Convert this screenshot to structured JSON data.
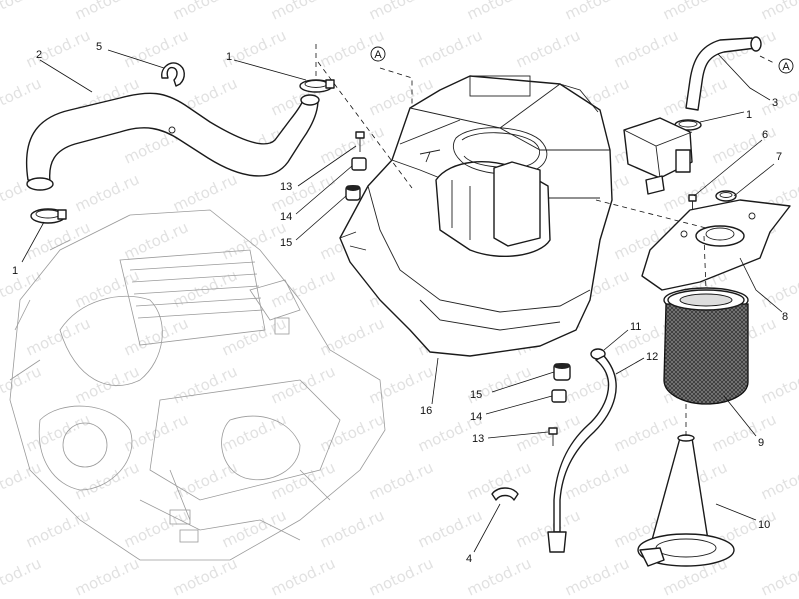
{
  "watermark": "motod.ru",
  "reference_mark": "A",
  "callouts": [
    "1",
    "2",
    "3",
    "4",
    "5",
    "6",
    "7",
    "8",
    "9",
    "10",
    "11",
    "12",
    "13",
    "14",
    "15",
    "16"
  ],
  "colors": {
    "line": "#1a1a1a",
    "engine_ghost": "#9a9a9a",
    "watermark": "#c9c9c9",
    "filter_mesh": "#555555"
  }
}
